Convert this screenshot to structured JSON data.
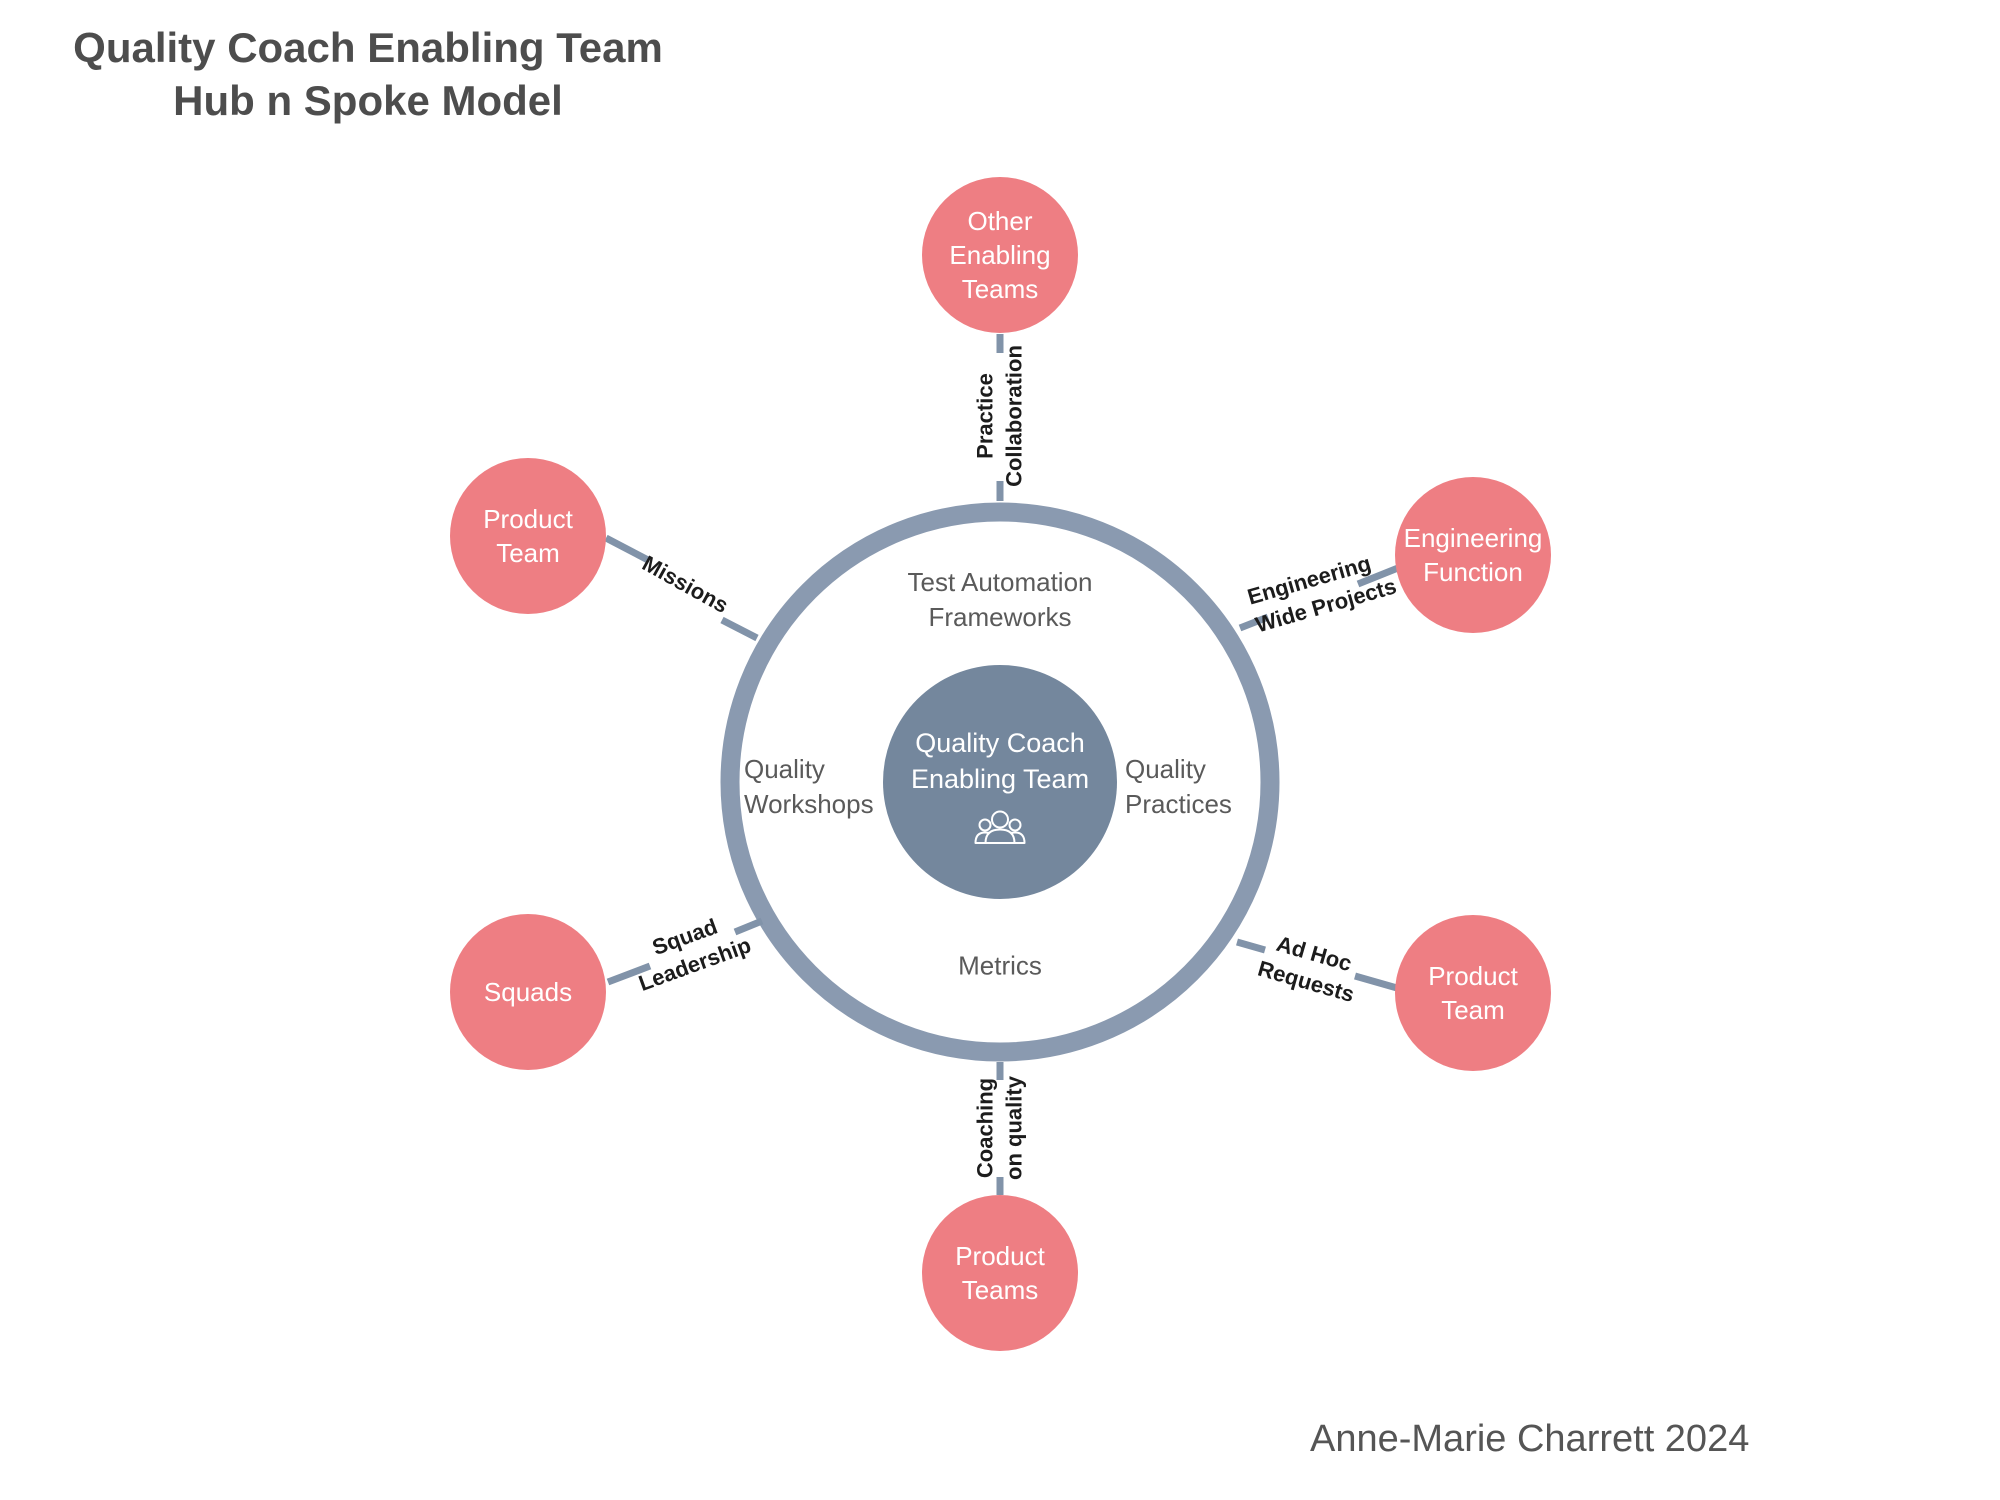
{
  "title": {
    "line1": "Quality Coach Enabling Team",
    "line2": "Hub n Spoke Model"
  },
  "hub": {
    "label": "Quality Coach\nEnabling Team",
    "icon": "people-group-icon"
  },
  "ring_services": {
    "top": "Test Automation\nFrameworks",
    "left": "Quality\nWorkshops",
    "right": "Quality\nPractices",
    "bottom": "Metrics"
  },
  "spokes": [
    {
      "id": "other-enabling-teams",
      "node": "Other\nEnabling\nTeams",
      "link": "Practice\nCollaboration"
    },
    {
      "id": "product-team-upper-left",
      "node": "Product\nTeam",
      "link": "Missions"
    },
    {
      "id": "engineering-function",
      "node": "Engineering\nFunction",
      "link": "Engineering\nWide Projects"
    },
    {
      "id": "squads",
      "node": "Squads",
      "link": "Squad\nLeadership"
    },
    {
      "id": "product-team-lower-right",
      "node": "Product\nTeam",
      "link": "Ad Hoc\nRequests"
    },
    {
      "id": "product-teams-bottom",
      "node": "Product\nTeams",
      "link": "Coaching\non quality"
    }
  ],
  "attribution": "Anne-Marie Charrett 2024",
  "colors": {
    "spoke_node_pink": "#EE7E83",
    "hub_blue": "#74879D",
    "ring_blue": "#8A9AB0",
    "connector_blue": "#8193A9",
    "title_gray": "#4D4D4D",
    "inner_label_gray": "#5A5A5A",
    "link_label_black": "#1C1C1C",
    "node_text_white": "#FFFFFF"
  }
}
